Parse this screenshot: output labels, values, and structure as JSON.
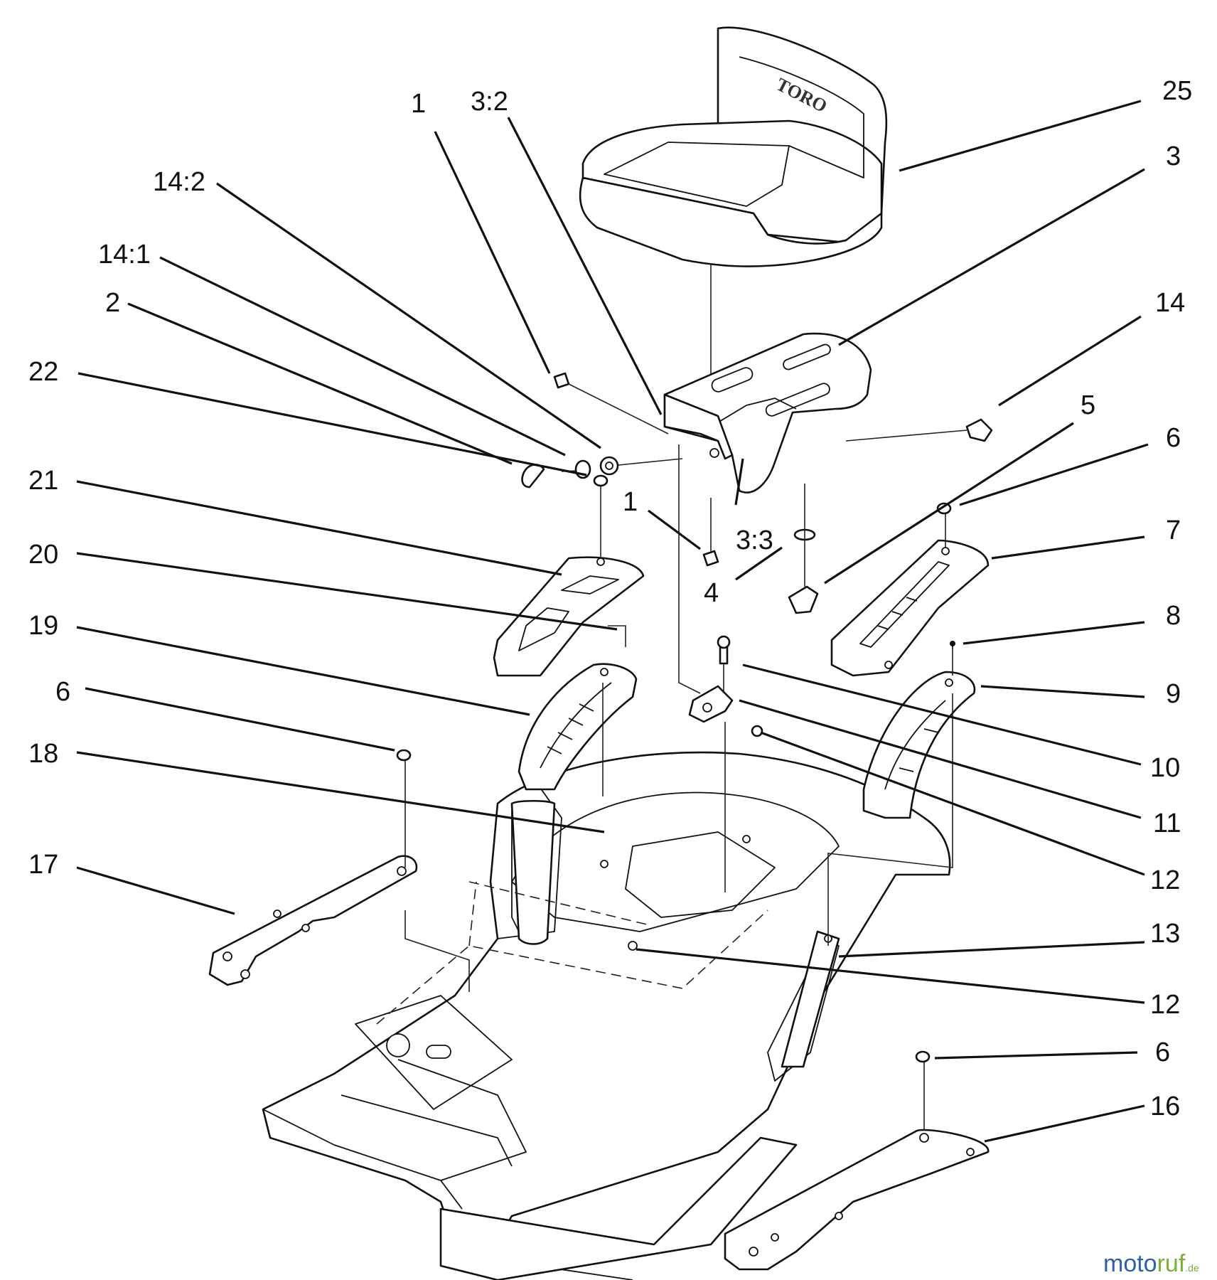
{
  "seat_logo": "TORO",
  "callouts": {
    "c25": "25",
    "c3": "3",
    "c14": "14",
    "c5": "5",
    "c6a": "6",
    "c7": "7",
    "c8": "8",
    "c9": "9",
    "c10": "10",
    "c11": "11",
    "c12a": "12",
    "c13": "13",
    "c12b": "12",
    "c6c": "6",
    "c16": "16",
    "c1a": "1",
    "c32": "3:2",
    "c142": "14:2",
    "c141": "14:1",
    "c2": "2",
    "c22": "22",
    "c21": "21",
    "c20": "20",
    "c19": "19",
    "c6b": "6",
    "c18": "18",
    "c17": "17",
    "c1b": "1",
    "c33": "3:3",
    "c4": "4"
  },
  "watermark": {
    "part_a": "moto",
    "part_b": "ruf",
    "suffix": ".de"
  }
}
